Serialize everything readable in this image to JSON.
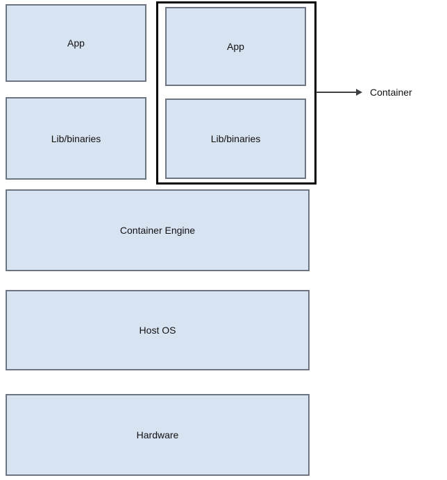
{
  "diagram": {
    "type": "container-architecture-stack",
    "host_stack": {
      "app_label": "App",
      "lib_label": "Lib/binaries"
    },
    "container_group": {
      "app_label": "App",
      "lib_label": "Lib/binaries"
    },
    "callout": {
      "label": "Container",
      "arrow_direction": "right"
    },
    "layers": [
      {
        "label": "Container Engine"
      },
      {
        "label": "Host OS"
      },
      {
        "label": "Hardware"
      }
    ]
  },
  "colors": {
    "box_fill": "#d8e3f2",
    "box_border": "#6b7480",
    "container_border": "#000000",
    "arrow": "#3d4043",
    "text": "#111111",
    "background": "#ffffff"
  }
}
